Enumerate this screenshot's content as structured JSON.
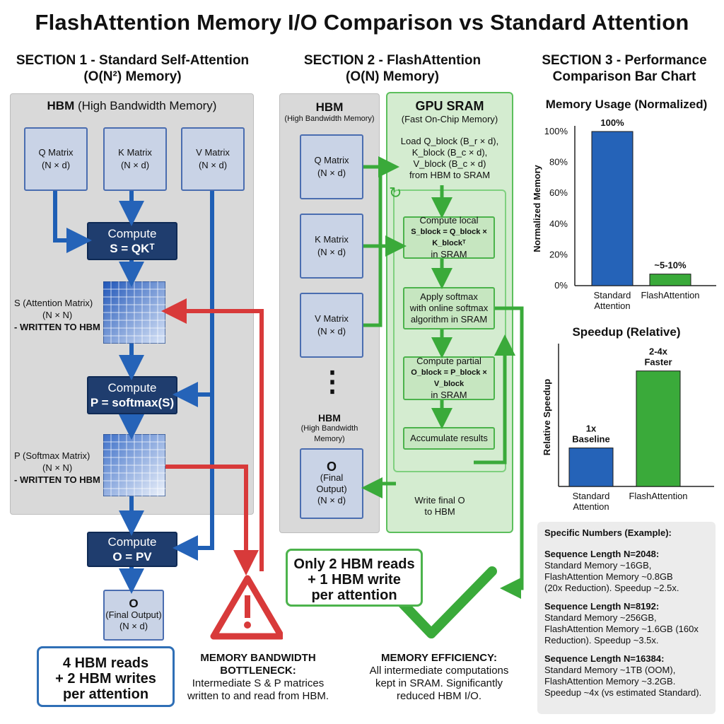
{
  "title": "FlashAttention Memory I/O Comparison vs Standard Attention",
  "section1": {
    "heading_line1": "SECTION 1 - Standard Self-Attention",
    "heading_line2": "(O(N²) Memory)",
    "hbm_label_bold": "HBM",
    "hbm_label_rest": " (High Bandwidth Memory)",
    "q_matrix": "Q Matrix",
    "k_matrix": "K Matrix",
    "v_matrix": "V Matrix",
    "dim_nd": "(N × d)",
    "compute1_line1": "Compute",
    "compute1_line2": "S = QKᵀ",
    "s_label_line1": "S (Attention Matrix)",
    "s_label_line2": "(N × N)",
    "s_label_line3": "- WRITTEN TO HBM",
    "compute2_line1": "Compute",
    "compute2_line2": "P = softmax(S)",
    "p_label_line1": "P (Softmax Matrix)",
    "p_label_line2": "(N × N)",
    "p_label_line3": "- WRITTEN TO HBM",
    "compute3_line1": "Compute",
    "compute3_line2": "O = PV",
    "o_title": "O",
    "o_sub": "(Final Output)",
    "o_dim": "(N × d)",
    "callout_line1": "4 HBM reads",
    "callout_line2": "+ 2 HBM writes",
    "callout_line3": "per attention",
    "bottleneck_title1": "MEMORY BANDWIDTH",
    "bottleneck_title2": "BOTTLENECK:",
    "bottleneck_text1": "Intermediate S & P matrices",
    "bottleneck_text2": "written to and read from HBM."
  },
  "section2": {
    "heading_line1": "SECTION 2 - FlashAttention",
    "heading_line2": "(O(N) Memory)",
    "hbm_title": "HBM",
    "hbm_sub": "(High Bandwidth Memory)",
    "q_matrix": "Q Matrix",
    "k_matrix": "K Matrix",
    "v_matrix": "V Matrix",
    "dim_nd": "(N × d)",
    "ellipsis": "⋮",
    "hbm2_title": "HBM",
    "hbm2_sub1": "(High Bandwidth",
    "hbm2_sub2": "Memory)",
    "o_title": "O",
    "o_sub1": "(Final",
    "o_sub2": "Output)",
    "o_dim": "(N × d)",
    "sram_title": "GPU SRAM",
    "sram_sub": "(Fast On-Chip Memory)",
    "load_line1": "Load Q_block (B_r × d),",
    "load_line2": "K_block (B_c × d),",
    "load_line3": "V_block (B_c × d)",
    "load_line4": "from HBM to SRAM",
    "step1_line1": "Compute local",
    "step1_line2": "S_block = Q_block × K_blockᵀ",
    "step1_line3": "in SRAM",
    "step2_line1": "Apply softmax",
    "step2_line2": "with online softmax",
    "step2_line3": "algorithm in SRAM",
    "step3_line1": "Compute partial",
    "step3_line2": "O_block = P_block × V_block",
    "step3_line3": "in SRAM",
    "step4": "Accumulate results",
    "write_line1": "Write final O",
    "write_line2": "to HBM",
    "callout_line1": "Only 2 HBM reads",
    "callout_line2": "+ 1 HBM write",
    "callout_line3": "per attention",
    "eff_title": "MEMORY EFFICIENCY:",
    "eff_text1": "All intermediate computations",
    "eff_text2": "kept in SRAM. Significantly",
    "eff_text3": "reduced HBM I/O."
  },
  "section3": {
    "heading_line1": "SECTION 3 - Performance",
    "heading_line2": "Comparison Bar Chart",
    "numbers_title": "Specific Numbers (Example):",
    "n1_head": "Sequence Length N=2048:",
    "n1_l1": "Standard Memory ~16GB,",
    "n1_l2": "FlashAttention Memory ~0.8GB",
    "n1_l3": "(20x Reduction). Speedup ~2.5x.",
    "n2_head": "Sequence Length N=8192:",
    "n2_l1": "Standard Memory ~256GB,",
    "n2_l2": "FlashAttention Memory ~1.6GB (160x",
    "n2_l3": "Reduction). Speedup ~3.5x.",
    "n3_head": "Sequence Length N=16384:",
    "n3_l1": "Standard Memory ~1TB (OOM),",
    "n3_l2": "FlashAttention Memory ~3.2GB.",
    "n3_l3": "Speedup ~4x (vs estimated Standard)."
  },
  "colors": {
    "blue": "#2563b8",
    "green": "#3aaa3a",
    "red": "#d83a3a",
    "navy": "#1f3d6e"
  },
  "chart_data": [
    {
      "type": "bar",
      "title": "Memory Usage (Normalized)",
      "ylabel": "Normalized Memory",
      "xlabel": "",
      "categories": [
        "Standard\nAttention",
        "FlashAttention"
      ],
      "values": [
        100,
        7.5
      ],
      "data_labels": [
        "100%",
        "~5-10%"
      ],
      "yticks": [
        "0%",
        "20%",
        "40%",
        "60%",
        "80%",
        "100%"
      ],
      "ylim": [
        0,
        100
      ],
      "bar_colors": [
        "#2563b8",
        "#3aaa3a"
      ]
    },
    {
      "type": "bar",
      "title": "Speedup (Relative)",
      "ylabel": "Relative Speedup",
      "xlabel": "",
      "categories": [
        "Standard\nAttention",
        "FlashAttention"
      ],
      "values": [
        1,
        3
      ],
      "data_labels": [
        "1x\nBaseline",
        "2-4x\nFaster"
      ],
      "ylim": [
        0,
        3.6
      ],
      "bar_colors": [
        "#2563b8",
        "#3aaa3a"
      ]
    }
  ]
}
